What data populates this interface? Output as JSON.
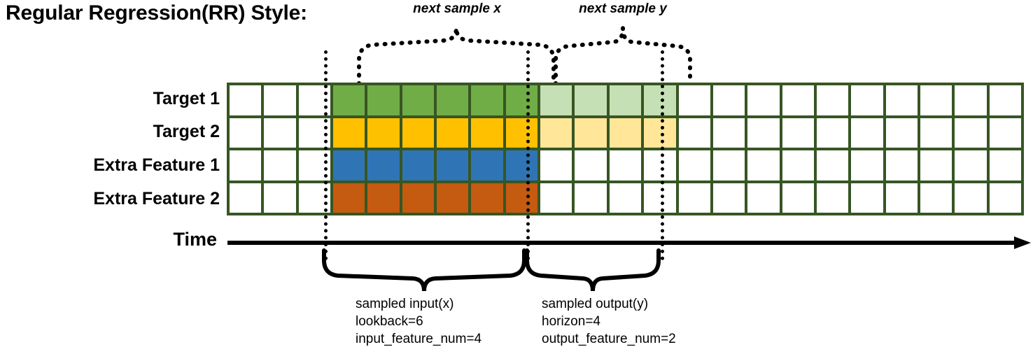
{
  "title": "Regular Regression(RR) Style:",
  "top_braces": [
    {
      "label": "next sample x"
    },
    {
      "label": "next sample y"
    }
  ],
  "rows": [
    {
      "label": "Target 1",
      "fill_dark": "green",
      "fill_light": "lgreen"
    },
    {
      "label": "Target 2",
      "fill_dark": "yellow",
      "fill_light": "lyellow"
    },
    {
      "label": "Extra Feature 1",
      "fill_dark": "blue",
      "fill_light": "none"
    },
    {
      "label": "Extra Feature 2",
      "fill_dark": "orange",
      "fill_light": "none"
    }
  ],
  "grid": {
    "total_columns": 23,
    "leading_blank_columns": 3,
    "lookback_columns": 6,
    "horizon_columns": 4,
    "trailing_blank_columns": 10
  },
  "axis": {
    "label": "Time"
  },
  "bottom_captions": {
    "input": {
      "line1": "sampled input(x)",
      "line2": "lookback=6",
      "line3": "input_feature_num=4"
    },
    "output": {
      "line1": "sampled output(y)",
      "line2": "horizon=4",
      "line3": "output_feature_num=2"
    }
  },
  "colors": {
    "grid_border": "#375623",
    "green": "#70ad47",
    "light_green": "#c5e0b4",
    "yellow": "#ffc000",
    "light_yellow": "#ffe699",
    "blue": "#2f75b5",
    "orange": "#c55a11",
    "ink": "#000000",
    "background": "#ffffff"
  }
}
